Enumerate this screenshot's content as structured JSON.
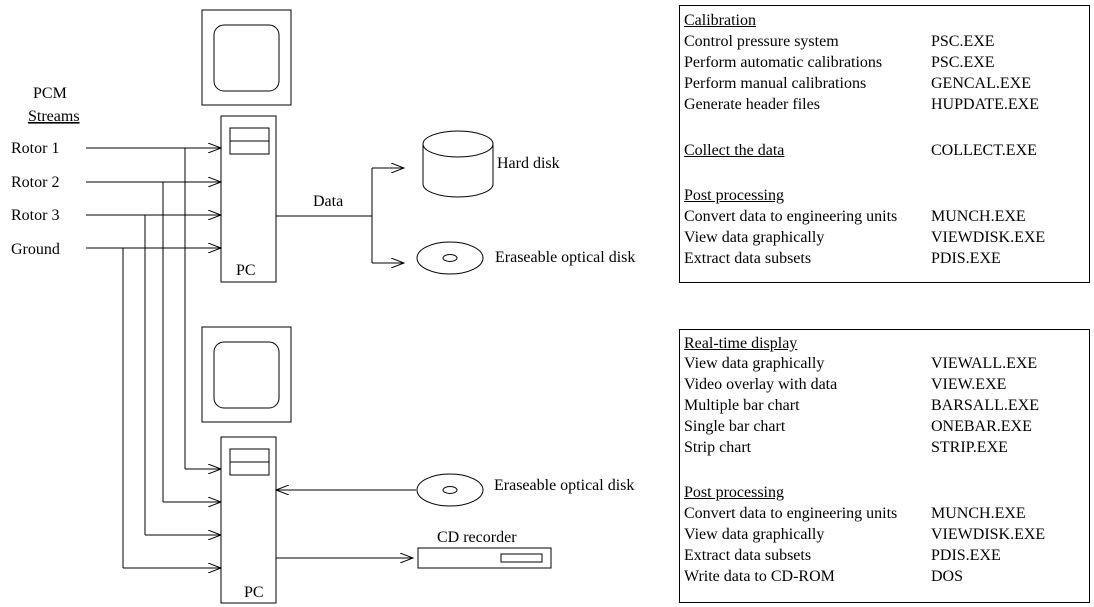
{
  "inputs": {
    "title_line1": "PCM",
    "title_line2": "Streams",
    "streams": [
      "Rotor 1",
      "Rotor 2",
      "Rotor 3",
      "Ground"
    ]
  },
  "top_system": {
    "pc_label": "PC",
    "data_label": "Data",
    "hard_disk_label": "Hard disk",
    "optical_disk_label": "Eraseable optical disk"
  },
  "bottom_system": {
    "pc_label": "PC",
    "optical_disk_label": "Eraseable optical disk",
    "cd_recorder_label": "CD recorder"
  },
  "top_box": {
    "sections": [
      {
        "header": "Calibration",
        "header_program": "",
        "rows": [
          {
            "task": "Control pressure system",
            "program": "PSC.EXE"
          },
          {
            "task": "Perform automatic calibrations",
            "program": "PSC.EXE"
          },
          {
            "task": "Perform manual calibrations",
            "program": "GENCAL.EXE"
          },
          {
            "task": "Generate header files",
            "program": "HUPDATE.EXE"
          }
        ]
      },
      {
        "header": "Collect the data",
        "header_program": "COLLECT.EXE",
        "rows": []
      },
      {
        "header": "Post processing",
        "header_program": "",
        "rows": [
          {
            "task": "Convert data to engineering units",
            "program": "MUNCH.EXE"
          },
          {
            "task": "View data graphically",
            "program": "VIEWDISK.EXE"
          },
          {
            "task": "Extract data subsets",
            "program": "PDIS.EXE"
          }
        ]
      }
    ]
  },
  "bottom_box": {
    "sections": [
      {
        "header": "Real-time display",
        "header_program": "",
        "rows": [
          {
            "task": "View data graphically",
            "program": "VIEWALL.EXE"
          },
          {
            "task": "Video overlay with data",
            "program": "VIEW.EXE"
          },
          {
            "task": "Multiple bar chart",
            "program": "BARSALL.EXE"
          },
          {
            "task": "Single bar chart",
            "program": "ONEBAR.EXE"
          },
          {
            "task": "Strip chart",
            "program": "STRIP.EXE"
          }
        ]
      },
      {
        "header": "Post processing",
        "header_program": "",
        "rows": [
          {
            "task": "Convert data to engineering units",
            "program": "MUNCH.EXE"
          },
          {
            "task": "View data graphically",
            "program": "VIEWDISK.EXE"
          },
          {
            "task": "Extract data subsets",
            "program": "PDIS.EXE"
          },
          {
            "task": "Write data to CD-ROM",
            "program": "DOS"
          }
        ]
      }
    ]
  }
}
